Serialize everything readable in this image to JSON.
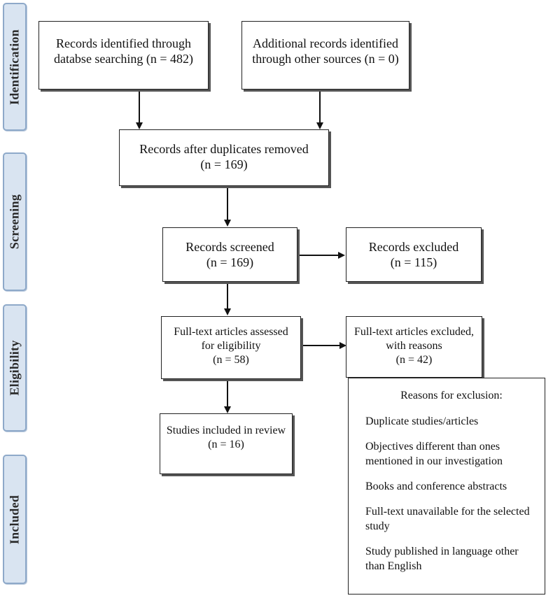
{
  "stages": {
    "identification": "Identification",
    "screening": "Screening",
    "eligibility": "Eligibility",
    "included": "Included"
  },
  "boxes": {
    "database_records": {
      "line1": "Records identified through",
      "line2": "databse searching (n = 482)"
    },
    "other_records": {
      "line1": "Additional records identified",
      "line2": "through other sources (n = 0)"
    },
    "after_duplicates": {
      "line1": "Records after duplicates removed",
      "line2": "(n = 169)"
    },
    "screened": {
      "line1": "Records screened",
      "line2": "(n = 169)"
    },
    "excluded": {
      "line1": "Records excluded",
      "line2": "(n = 115)"
    },
    "fulltext_assessed": {
      "line1": "Full-text articles assessed",
      "line2": "for eligibility",
      "line3": "(n = 58)"
    },
    "fulltext_excluded": {
      "line1": "Full-text articles excluded,",
      "line2": "with reasons",
      "line3": "(n = 42)"
    },
    "included": {
      "line1": "Studies included in review",
      "line2": "(n = 16)"
    }
  },
  "reasons": {
    "title": "Reasons for exclusion:",
    "items": [
      {
        "line1": "Duplicate studies/articles",
        "line2": ""
      },
      {
        "line1": "Objectives different than ones",
        "line2": "mentioned in our investigation"
      },
      {
        "line1": "Books and conference abstracts",
        "line2": ""
      },
      {
        "line1": "Full-text unavailable for the selected",
        "line2": "study"
      },
      {
        "line1": "Study published in language other",
        "line2": "than English"
      }
    ]
  }
}
